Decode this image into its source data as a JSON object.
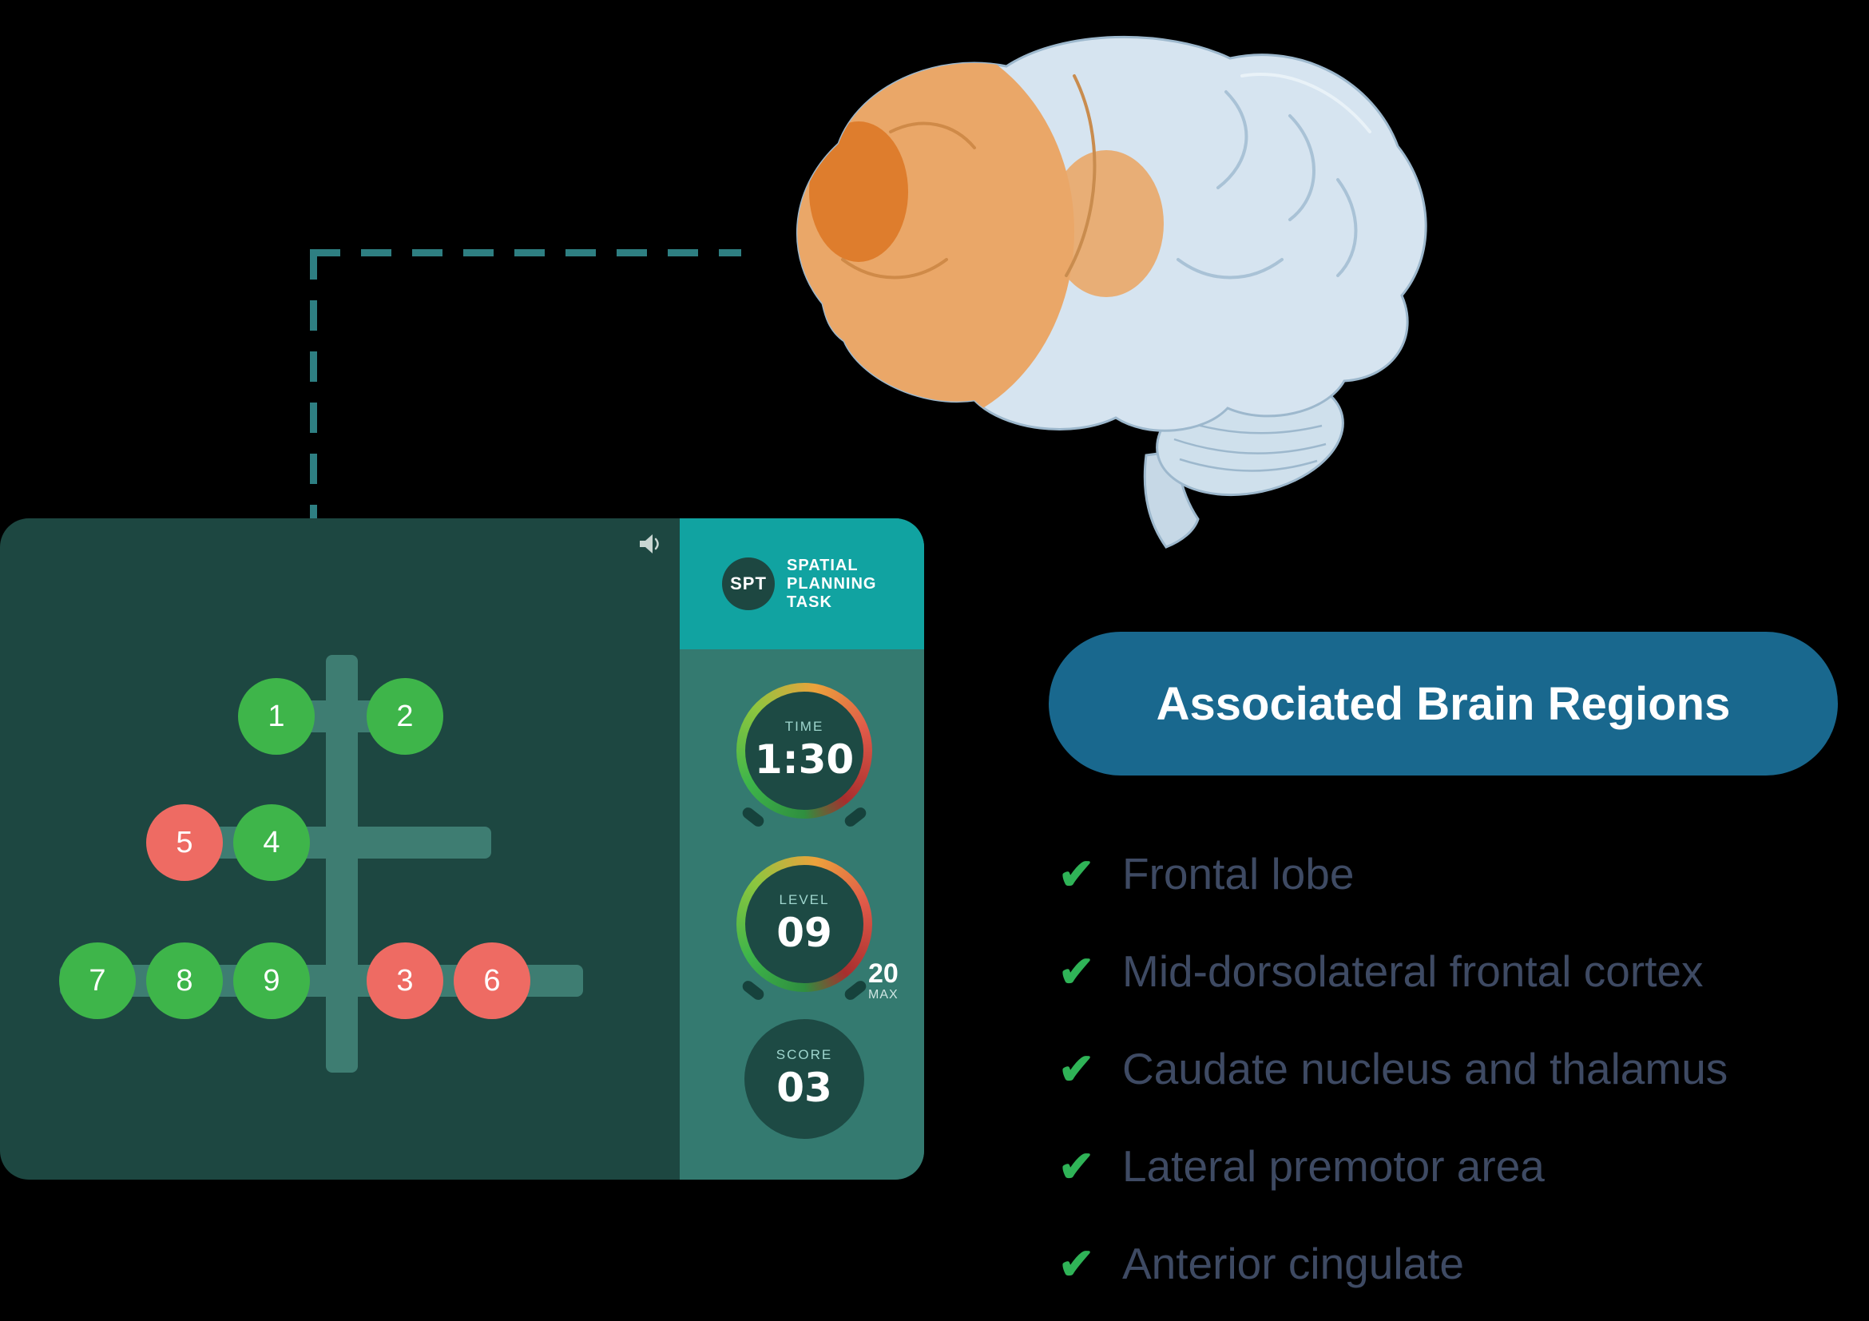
{
  "game": {
    "logo": {
      "abbr": "SPT",
      "line1": "SPATIAL",
      "line2": "PLANNING",
      "line3": "TASK"
    },
    "stats": {
      "time": {
        "label": "TIME",
        "value": "1:30"
      },
      "level": {
        "label": "LEVEL",
        "value": "09",
        "max_value": "20",
        "max_label": "MAX"
      },
      "score": {
        "label": "SCORE",
        "value": "03"
      }
    },
    "board": {
      "balls": [
        {
          "n": "1",
          "color": "green"
        },
        {
          "n": "2",
          "color": "green"
        },
        {
          "n": "5",
          "color": "red"
        },
        {
          "n": "4",
          "color": "green"
        },
        {
          "n": "7",
          "color": "green"
        },
        {
          "n": "8",
          "color": "green"
        },
        {
          "n": "9",
          "color": "green"
        },
        {
          "n": "3",
          "color": "red"
        },
        {
          "n": "6",
          "color": "red"
        }
      ]
    }
  },
  "regions": {
    "header": "Associated Brain Regions",
    "check_icon": "✔",
    "items": [
      {
        "label": "Frontal lobe"
      },
      {
        "label": "Mid-dorsolateral frontal cortex"
      },
      {
        "label": "Caudate nucleus and thalamus"
      },
      {
        "label": "Lateral premotor area"
      },
      {
        "label": "Anterior cingulate"
      }
    ]
  },
  "colors": {
    "green_ball": "#3eb54a",
    "red_ball": "#ee6b63",
    "check_green": "#2fb357",
    "pill_bg": "#19688e",
    "header_teal": "#11a3a1",
    "panel_bg": "#1d4741",
    "sidebar_bg": "#347a70",
    "dash_teal": "#2e7f82",
    "list_text": "#3e4a63",
    "brain_highlight": "#eaa768"
  }
}
